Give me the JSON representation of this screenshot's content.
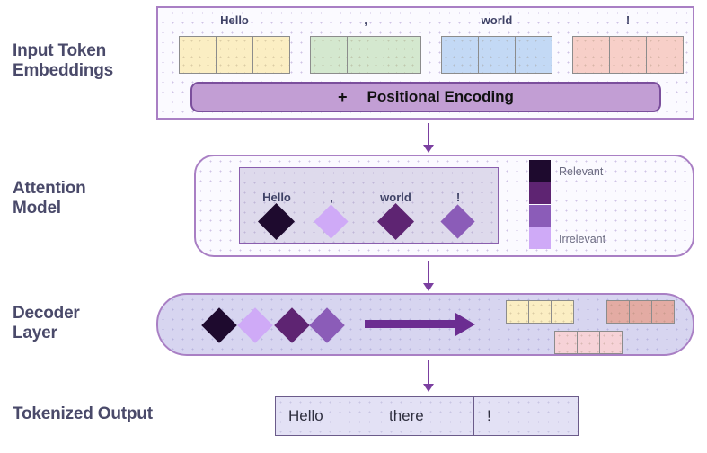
{
  "diagram": {
    "title": "Transformer pipeline diagram",
    "colors": {
      "panel_border": "#a97fc4",
      "panel_fill": "#fbfaff",
      "lavender_fill": "#d7d5f0",
      "positional_bar": "#c29ed4",
      "positional_bar_border": "#7b4f9c",
      "arrow": "#6b2d91",
      "label_text": "#4a4a6a",
      "legend_text": "#6b6b80",
      "relevant": "#1e0a2e",
      "deep": "#5e2472",
      "mid": "#8b5cb8",
      "irrelevant": "#cfaaf7",
      "cell_yellow": "#fbeec3",
      "cell_green": "#d4e8cf",
      "cell_blue": "#c3d9f5",
      "cell_peach": "#f7cfc8",
      "cell_salmon": "#e3aba3",
      "cell_pink": "#f6d2d7",
      "output_cell": "#e3e1f5"
    }
  },
  "rows": [
    {
      "id": "input",
      "label": "Input Token\nEmbeddings"
    },
    {
      "id": "attention",
      "label": "Attention\nModel"
    },
    {
      "id": "decoder",
      "label": "Decoder\nLayer"
    },
    {
      "id": "output",
      "label": "Tokenized Output"
    }
  ],
  "input_section": {
    "tokens": [
      {
        "text": "Hello",
        "color": "yellow",
        "cells": 3
      },
      {
        "text": ",",
        "color": "green",
        "cells": 3
      },
      {
        "text": "world",
        "color": "blue",
        "cells": 3
      },
      {
        "text": "!",
        "color": "peach",
        "cells": 3
      }
    ],
    "positional_encoding": {
      "plus": "+",
      "label": "Positional Encoding"
    }
  },
  "attention_section": {
    "tokens": [
      {
        "text": "Hello",
        "weight": "relevant"
      },
      {
        "text": ",",
        "weight": "irrelevant"
      },
      {
        "text": "world",
        "weight": "deep"
      },
      {
        "text": "!",
        "weight": "mid"
      }
    ],
    "legend": {
      "top_label": "Relevant",
      "bottom_label": "Irrelevant",
      "swatches": [
        "relevant",
        "deep",
        "mid",
        "irrelevant"
      ]
    }
  },
  "decoder_section": {
    "diamonds": [
      "relevant",
      "irrelevant",
      "deep",
      "mid"
    ],
    "arrow": "right-arrow",
    "embedding_groups": [
      {
        "color": "yellow",
        "cells": 3
      },
      {
        "color": "salmon",
        "cells": 3
      },
      {
        "color": "pink",
        "cells": 3
      }
    ]
  },
  "output_section": {
    "cells": [
      "Hello",
      "there",
      "!"
    ]
  }
}
